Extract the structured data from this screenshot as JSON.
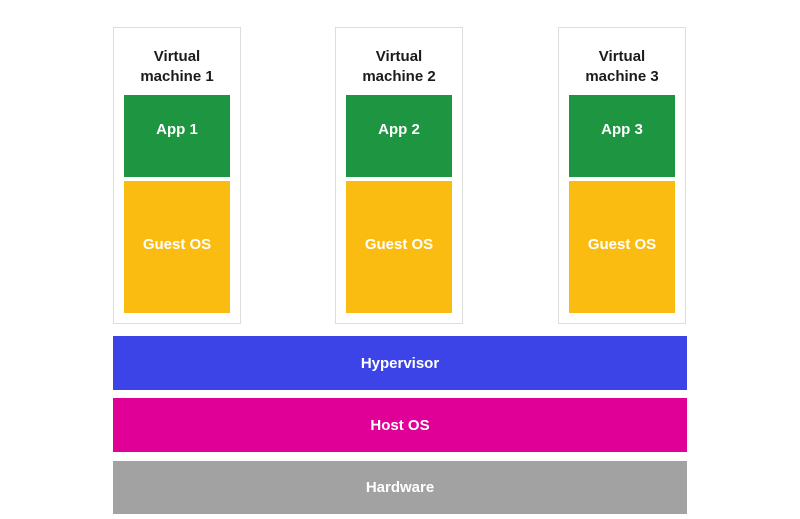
{
  "vms": [
    {
      "title": "Virtual machine 1",
      "app_label": "App 1",
      "os_label": "Guest OS"
    },
    {
      "title": "Virtual machine 2",
      "app_label": "App 2",
      "os_label": "Guest OS"
    },
    {
      "title": "Virtual machine 3",
      "app_label": "App 3",
      "os_label": "Guest OS"
    }
  ],
  "layers": [
    {
      "label": "Hypervisor",
      "color": "#3C44E8"
    },
    {
      "label": "Host OS",
      "color": "#E00098"
    },
    {
      "label": "Hardware",
      "color": "#A2A2A2"
    }
  ],
  "colors": {
    "app_box": "#1E9641",
    "guest_os_box": "#FBBC12",
    "vm_card_background": "#FFFFFF",
    "vm_card_border": "#DDDDDD",
    "vm_title_text": "#1B1B1B",
    "box_text": "#FFFFFF",
    "page_background": "#FFFFFF"
  }
}
